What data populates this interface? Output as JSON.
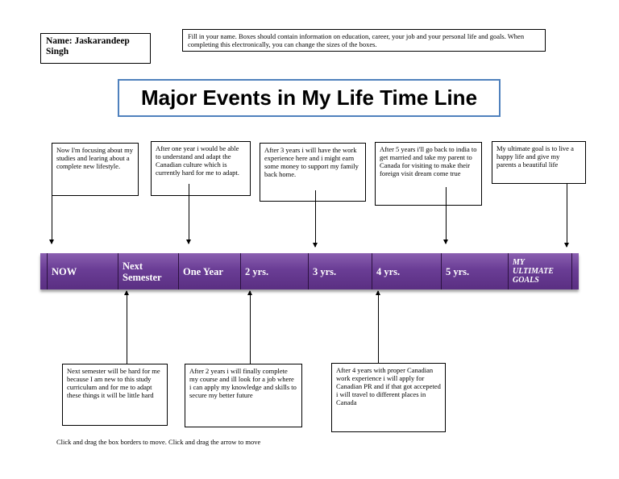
{
  "name_box": {
    "text": "Name: Jaskarandeep Singh"
  },
  "instructions": {
    "text": "Fill in your name. Boxes should contain information on education, career, your job and your personal life and goals.  When completing this electronically, you can change the sizes of the boxes."
  },
  "title": "Major Events in My Life Time Line",
  "timeline": {
    "segments": [
      {
        "label": "NOW"
      },
      {
        "label": "Next Semester"
      },
      {
        "label": "One Year"
      },
      {
        "label": "2 yrs."
      },
      {
        "label": "3 yrs."
      },
      {
        "label": "4 yrs."
      },
      {
        "label": "5 yrs."
      },
      {
        "label": "MY ULTIMATE GOALS"
      }
    ]
  },
  "top_boxes": [
    {
      "text": "Now I'm focusing about my studies and learing about a complete new lifestyle."
    },
    {
      "text": "After one year i would be able to understand and adapt the Canadian culture which is currently hard for me to adapt."
    },
    {
      "text": "After 3 years i will have the work experience here and i might earn some money to support my family back home."
    },
    {
      "text": "After 5 years i'll go back to india to get married and take my parent to Canada for visiting to make their foreign visit dream come true"
    },
    {
      "text": "My ultimate goal is to live a happy life and give my parents a beautiful life"
    }
  ],
  "bottom_boxes": [
    {
      "text": "Next semester will be hard for me because I am new to this study curriculum and for me to adapt these things it will be little hard"
    },
    {
      "text": "After 2 years i will finally complete my course and ill look for a job where i can apply my knowledge and skills to secure my better future"
    },
    {
      "text": "After 4 years with proper Canadian work experience i will apply for Canadian PR and if that got accepeted i will travel to different places in Canada"
    }
  ],
  "footer": "Click and drag the box borders to move. Click and drag the arrow to move",
  "colors": {
    "bar": "#6a3d95",
    "title_border": "#4f81bd"
  }
}
